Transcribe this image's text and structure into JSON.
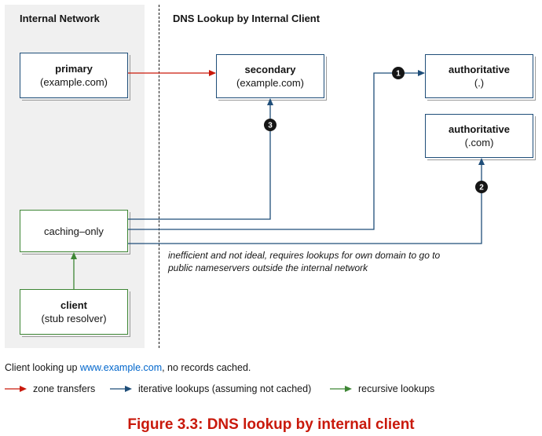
{
  "headings": {
    "internal_network": "Internal Network",
    "dns_lookup": "DNS Lookup by Internal Client"
  },
  "nodes": {
    "primary": {
      "name": "primary",
      "detail": "(example.com)"
    },
    "secondary": {
      "name": "secondary",
      "detail": "(example.com)"
    },
    "authoritative_root": {
      "name": "authoritative",
      "detail": "(.)"
    },
    "authoritative_com": {
      "name": "authoritative",
      "detail": "(.com)"
    },
    "caching_only": {
      "name": "caching–only"
    },
    "client": {
      "name": "client",
      "detail": "(stub resolver)"
    }
  },
  "steps": [
    "1",
    "2",
    "3"
  ],
  "note": {
    "line1": "inefficient and not ideal, requires lookups for own domain to go to",
    "line2": "public nameservers outside the internal network"
  },
  "caption": {
    "prefix": "Client looking up ",
    "link": "www.example.com",
    "suffix": ", no records cached."
  },
  "legend": {
    "zone_transfers": "zone transfers",
    "iterative": "iterative lookups (assuming not cached)",
    "recursive": "recursive lookups"
  },
  "colors": {
    "zone_transfer": "#c9190b",
    "iterative": "#1f4e79",
    "recursive": "#3e8635",
    "title": "#c9190b",
    "link": "#0066cc"
  },
  "figure_title": "Figure 3.3: DNS lookup by internal client"
}
